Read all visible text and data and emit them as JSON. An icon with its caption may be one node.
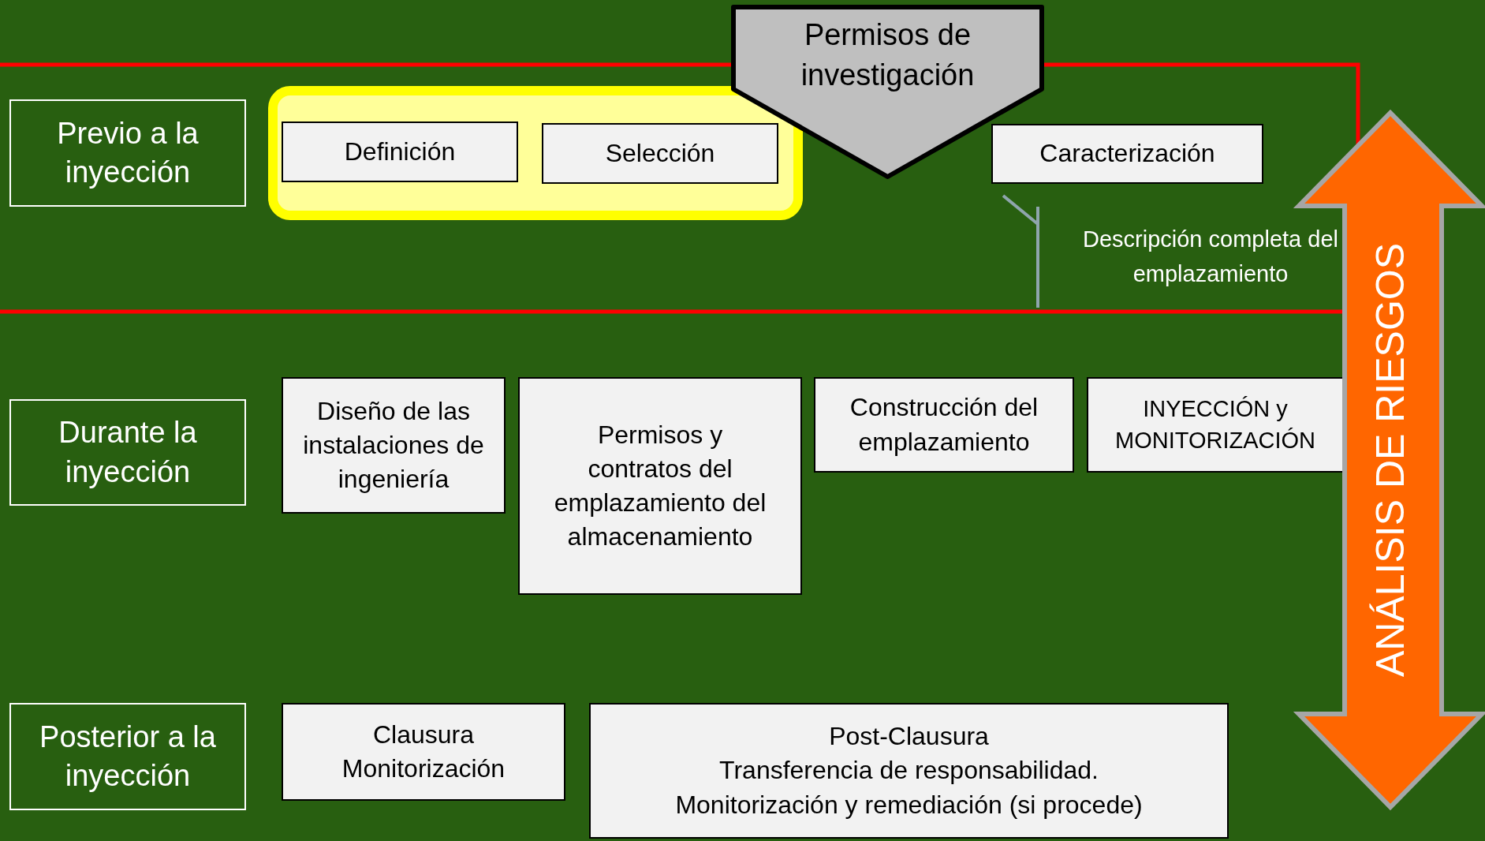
{
  "diagram": {
    "nodes": [
      {
        "text": [
          "Previo a la inyección"
        ]
      },
      {
        "text": [],
        "shape": "box"
      },
      {
        "text": [
          "Definición"
        ],
        "in": 1
      },
      {
        "text": [
          "Selección"
        ],
        "in": 1
      },
      {
        "text": [
          "Permisos de investigación"
        ]
      },
      {
        "text": [
          "Caracterización"
        ]
      },
      {
        "text": [
          "Durante la inyección"
        ]
      },
      {
        "text": [
          "Diseño de las instalaciones de ingeniería"
        ]
      },
      {
        "text": [
          "Permisos y contratos del emplazamiento del almacenamiento"
        ]
      },
      {
        "text": [
          "Construcción del emplazamiento"
        ]
      },
      {
        "text": [
          "INYECCIÓN y MONITORIZACIÓN"
        ]
      },
      {
        "text": [
          "Posterior a la inyección"
        ]
      },
      {
        "text": [
          "Clausura",
          "Monitorización"
        ]
      },
      {
        "text": [
          "Post-Clausura",
          "Transferencia de responsabilidad.",
          "Monitorización y remediación (si procede)"
        ]
      },
      {
        "text": [
          "ANÁLISIS DE RIESGOS"
        ]
      }
    ],
    "labels": [
      "Descripción completa del emplazamiento"
    ]
  }
}
